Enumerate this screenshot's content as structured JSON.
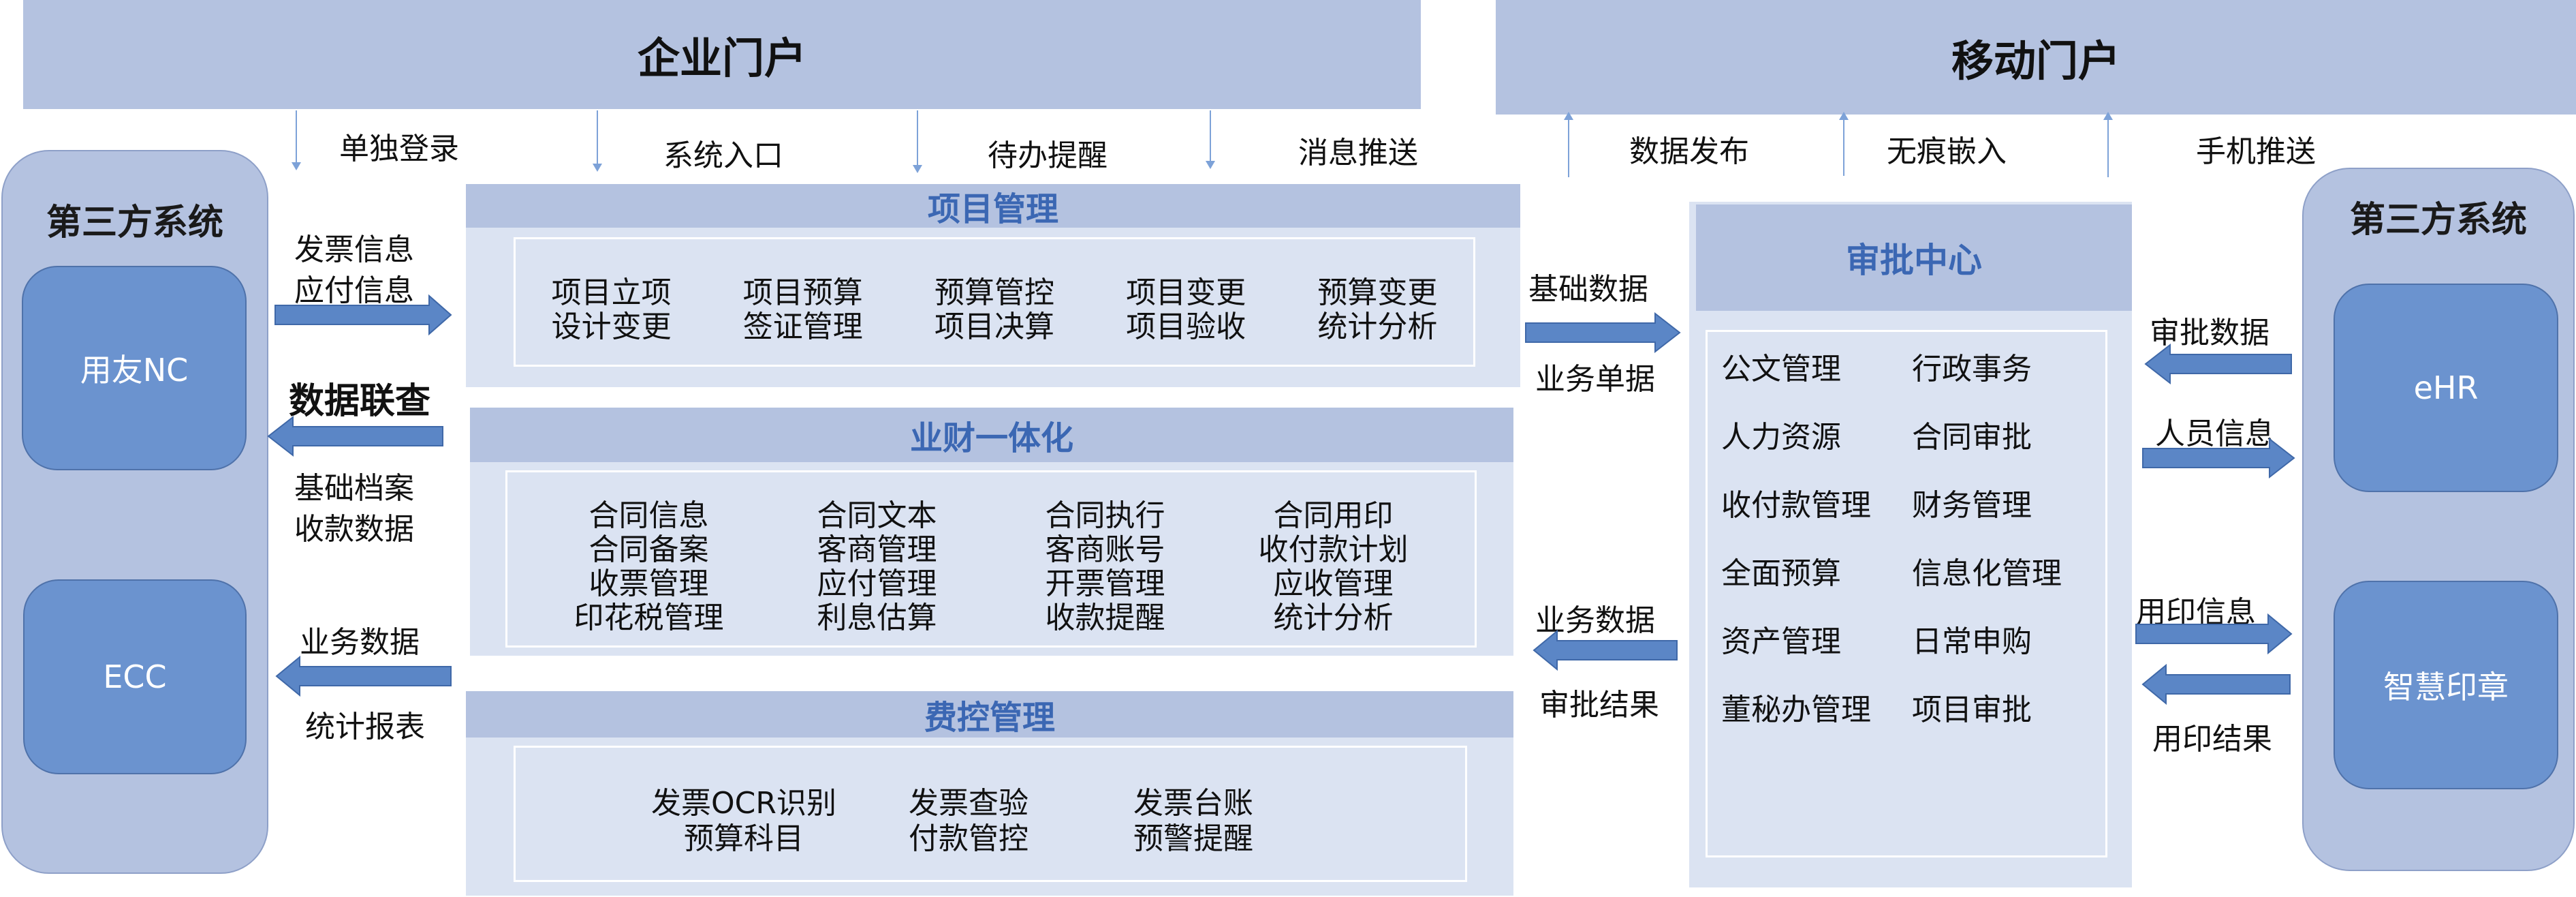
{
  "portals": {
    "enterprise": "企业门户",
    "mobile": "移动门户"
  },
  "portal_links": {
    "single_login": "单独登录",
    "system_entry": "系统入口",
    "todo_reminder": "待办提醒",
    "message_push": "消息推送",
    "data_publish": "数据发布",
    "seamless_embed": "无痕嵌入",
    "mobile_push": "手机推送"
  },
  "left_third_party": {
    "title": "第三方系统",
    "systems": [
      "用友NC",
      "ECC"
    ]
  },
  "right_third_party": {
    "title": "第三方系统",
    "systems": [
      "eHR",
      "智慧印章"
    ]
  },
  "left_flows": {
    "invoice_info": "发票信息",
    "payable_info": "应付信息",
    "data_query": "数据联查",
    "basic_archive": "基础档案",
    "receipt_data": "收款数据",
    "business_data": "业务数据",
    "stat_report": "统计报表"
  },
  "middle_flows": {
    "basic_data": "基础数据",
    "business_doc": "业务单据",
    "business_data": "业务数据",
    "approval_result": "审批结果"
  },
  "right_flows": {
    "approval_data": "审批数据",
    "staff_info": "人员信息",
    "seal_info": "用印信息",
    "seal_result": "用印结果"
  },
  "project_mgmt": {
    "title": "项目管理",
    "rows": [
      [
        "项目立项",
        "项目预算",
        "预算管控",
        "项目变更",
        "预算变更"
      ],
      [
        "设计变更",
        "签证管理",
        "项目决算",
        "项目验收",
        "统计分析"
      ]
    ]
  },
  "biz_finance": {
    "title": "业财一体化",
    "rows": [
      [
        "合同信息",
        "合同文本",
        "合同执行",
        "合同用印"
      ],
      [
        "合同备案",
        "客商管理",
        "客商账号",
        "收付款计划"
      ],
      [
        "收票管理",
        "应付管理",
        "开票管理",
        "应收管理"
      ],
      [
        "印花税管理",
        "利息估算",
        "收款提醒",
        "统计分析"
      ]
    ]
  },
  "expense_ctrl": {
    "title": "费控管理",
    "rows": [
      [
        "发票OCR识别",
        "发票查验",
        "发票台账"
      ],
      [
        "预算科目",
        "付款管控",
        "预警提醒"
      ]
    ]
  },
  "approval_center": {
    "title": "审批中心",
    "rows": [
      [
        "公文管理",
        "行政事务"
      ],
      [
        "人力资源",
        "合同审批"
      ],
      [
        "收付款管理",
        "财务管理"
      ],
      [
        "全面预算",
        "信息化管理"
      ],
      [
        "资产管理",
        "日常申购"
      ],
      [
        "董秘办管理",
        "项目审批"
      ]
    ]
  },
  "colors": {
    "portal_bg": "#b4c2e0",
    "panel_bg": "#dbe3f2",
    "system_box": "#6b93cf",
    "arrow": "#5b86c6",
    "heading_text": "#3b67b3"
  }
}
